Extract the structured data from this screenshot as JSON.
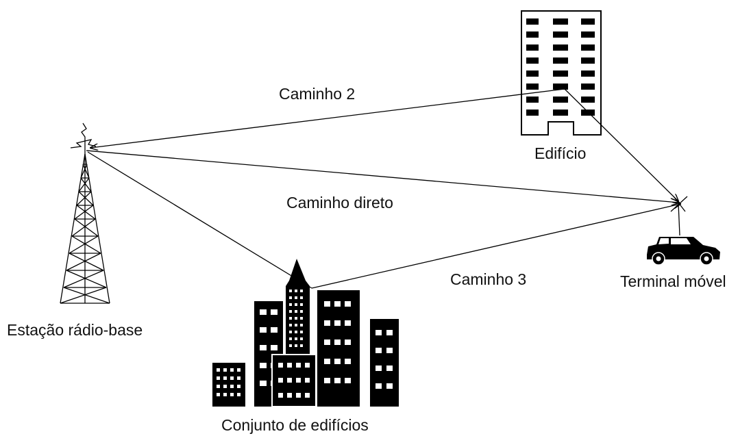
{
  "labels": {
    "caminho2": "Caminho 2",
    "caminho_direto": "Caminho direto",
    "caminho3": "Caminho 3",
    "edificio": "Edifício",
    "estacao": "Estação rádio-base",
    "terminal": "Terminal móvel",
    "conjunto": "Conjunto de edifícios"
  },
  "colors": {
    "ink": "#000000",
    "background": "#ffffff"
  }
}
